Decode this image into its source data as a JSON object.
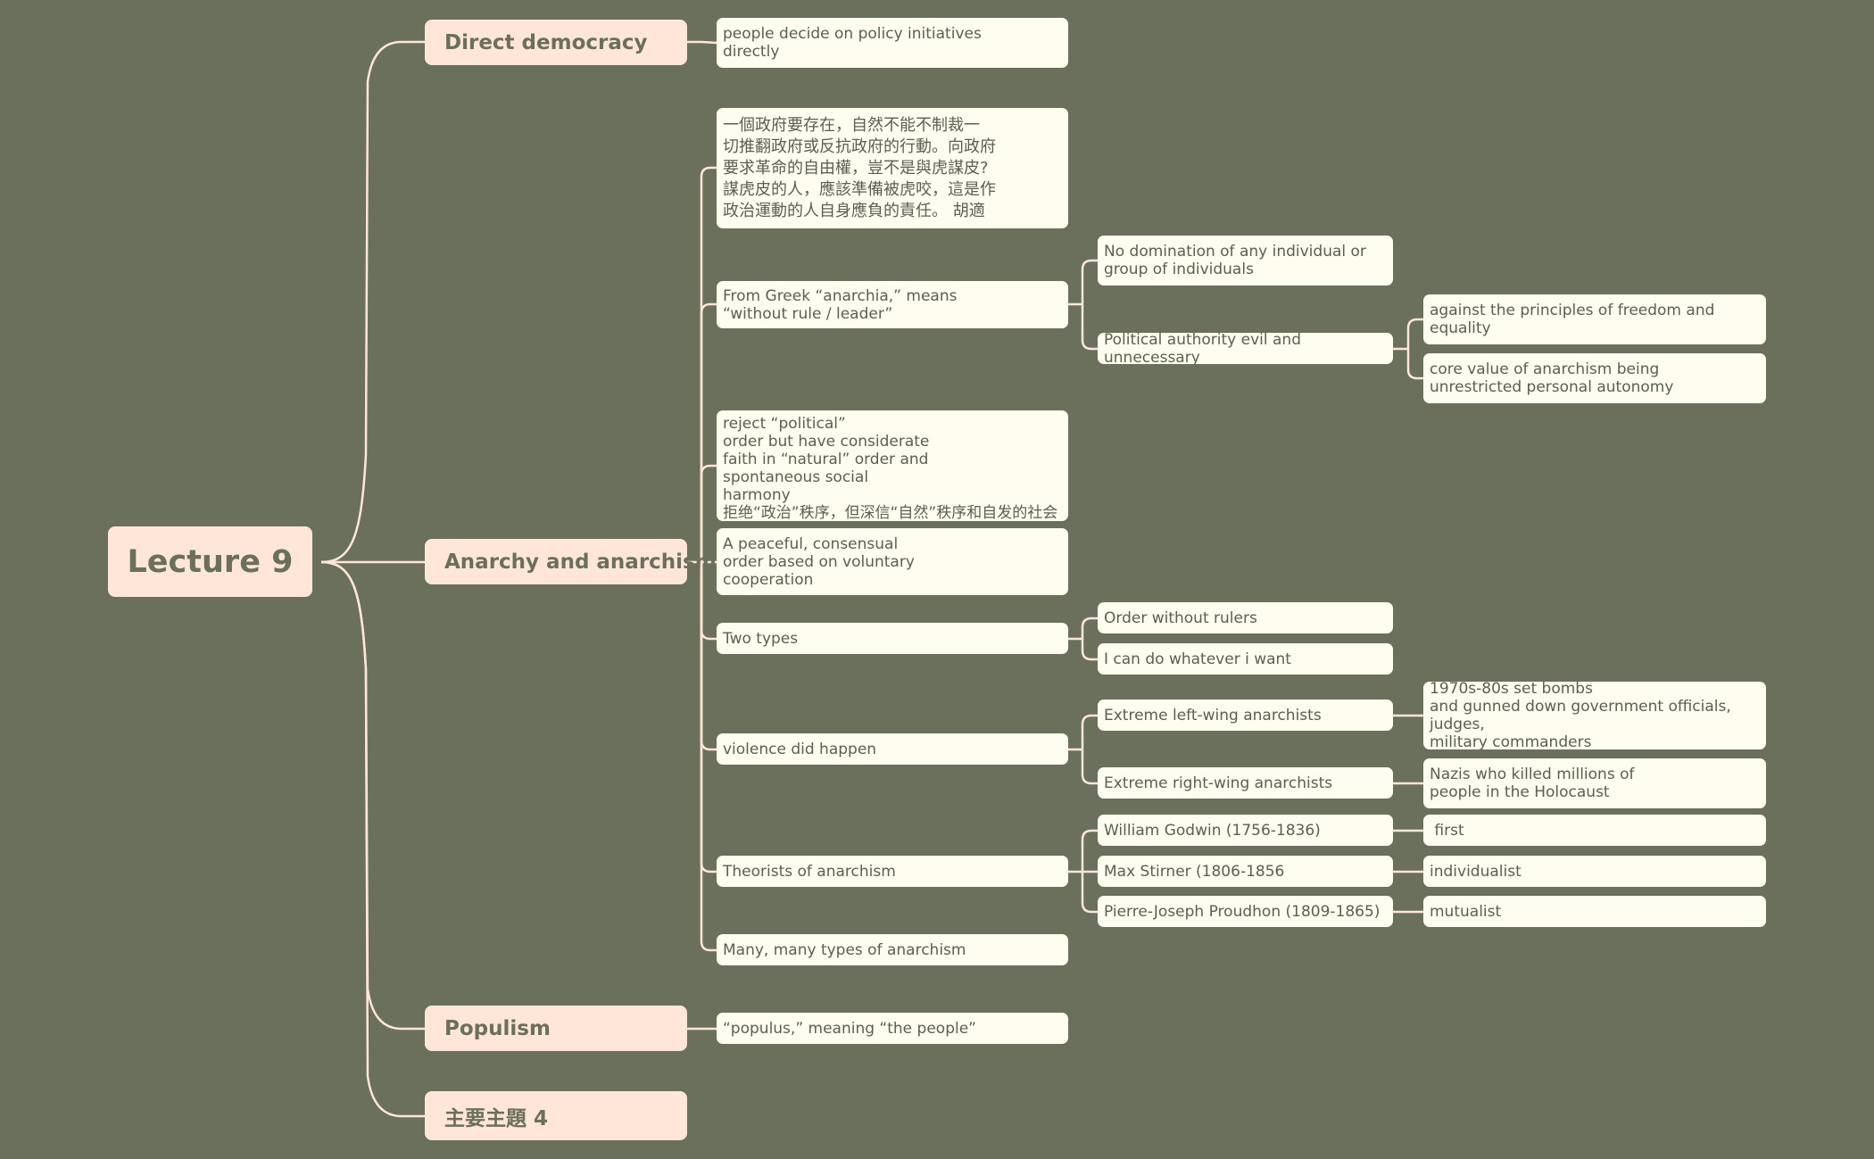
{
  "colors": {
    "background": "#6b705c",
    "main_topic": "#ffe6d8",
    "subtopic": "#fffdf0",
    "line": "#ffe6d8",
    "text": "#6b705c"
  },
  "root": "Lecture 9",
  "main_topics": {
    "direct_democracy": "Direct democracy",
    "anarchy": "Anarchy and anarchism",
    "populism": "Populism",
    "topic4": "主要主題 4"
  },
  "direct_democracy": {
    "definition": "people decide on policy initiatives\ndirectly"
  },
  "anarchy": {
    "quote": "一個政府要存在，自然不能不制裁一\n切推翻政府或反抗政府的行動。向政府\n要求革命的自由權，豈不是與虎謀皮?\n謀虎皮的人，應該準備被虎咬，這是作\n政治運動的人自身應負的責任。 胡適",
    "greek": {
      "label": "From Greek “anarchia,” means\n“without rule / leader”",
      "no_domination": "No domination of any individual or\ngroup of individuals",
      "authority": {
        "label": "Political authority  evil and unnecessary",
        "against": "against the principles of freedom and\nequality",
        "core": "core value of anarchism being\nunrestricted personal autonomy"
      }
    },
    "reject": "reject “political”\n order but have considerate\nfaith in “natural” order and\n spontaneous social\nharmony\n拒绝“政治”秩序，但深信“自然”秩序和自发的社会",
    "peaceful": "A peaceful, consensual\norder based on voluntary\ncooperation",
    "two_types": {
      "label": "Two types",
      "order": "Order without rulers",
      "whatever": "I can do whatever i want"
    },
    "violence": {
      "label": "violence did happen",
      "left": {
        "label": "Extreme left-wing anarchists",
        "detail": "1970s-80s set bombs\nand gunned down government officials, judges,\nmilitary commanders"
      },
      "right": {
        "label": "Extreme right-wing anarchists",
        "detail": "Nazis who killed millions of\npeople in the Holocaust"
      }
    },
    "theorists": {
      "label": "Theorists of anarchism",
      "godwin": {
        "name": "William Godwin (1756-1836)",
        "note": " first"
      },
      "stirner": {
        "name": "Max Stirner (1806-1856",
        "note": "individualist"
      },
      "proudhon": {
        "name": "Pierre-Joseph Proudhon (1809-1865)",
        "note": "mutualist"
      }
    },
    "many_types": "Many, many types of anarchism"
  },
  "populism": {
    "definition": "“populus,” meaning “the people”"
  }
}
